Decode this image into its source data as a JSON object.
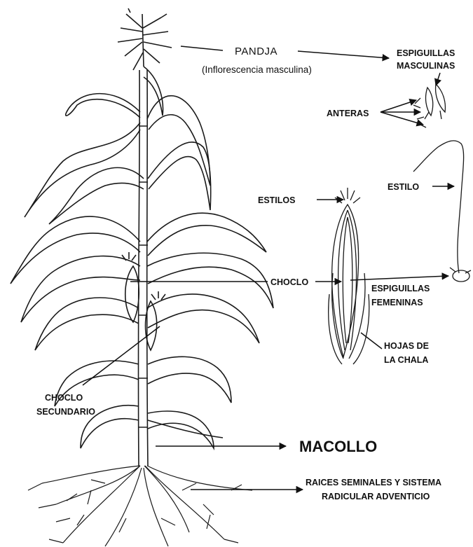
{
  "labels": {
    "pandja": "PANDJA",
    "pandja_sub": "(Inflorescencia masculina)",
    "espiguillas_masc_1": "ESPIGUILLAS",
    "espiguillas_masc_2": "MASCULINAS",
    "anteras": "ANTERAS",
    "estilo": "ESTILO",
    "estilos": "ESTILOS",
    "choclo": "CHOCLO",
    "espiguillas_fem_1": "ESPIGUILLAS",
    "espiguillas_fem_2": "FEMENINAS",
    "hojas_1": "HOJAS DE",
    "hojas_2": "LA CHALA",
    "choclo_sec_1": "CHOCLO",
    "choclo_sec_2": "SECUNDARIO",
    "macollo": "MACOLLO",
    "raices_1": "RAICES SEMINALES Y SISTEMA",
    "raices_2": "RADICULAR ADVENTICIO"
  }
}
